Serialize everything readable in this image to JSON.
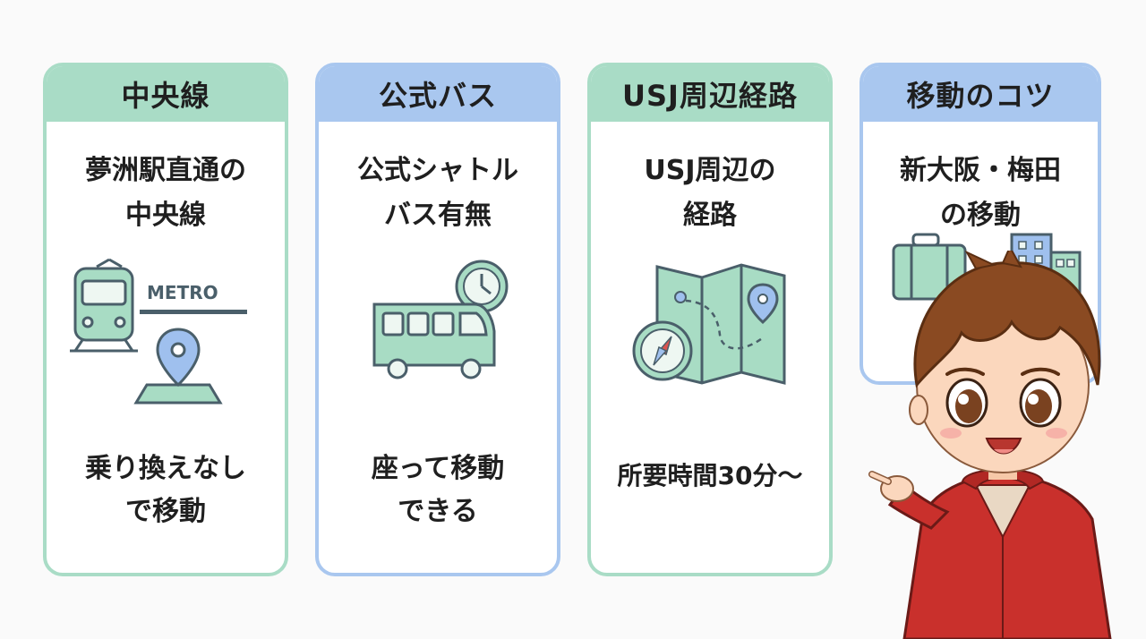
{
  "cards": [
    {
      "title": "中央線",
      "subtitle": [
        "夢洲駅直通の",
        "中央線"
      ],
      "footer": [
        "乗り換えなし",
        "で移動"
      ],
      "illustration_text": "METRO",
      "icons": [
        "train-icon",
        "map-pin-icon"
      ]
    },
    {
      "title": "公式バス",
      "subtitle": [
        "公式シャトル",
        "バス有無"
      ],
      "footer": [
        "座って移動",
        "できる"
      ],
      "icons": [
        "bus-icon",
        "clock-icon"
      ]
    },
    {
      "title": "USJ周辺経路",
      "subtitle": [
        "USJ周辺の",
        "経路"
      ],
      "footer": [
        "所要時間30分〜"
      ],
      "icons": [
        "folded-map-icon",
        "compass-icon"
      ]
    },
    {
      "title": "移動のコツ",
      "subtitle": [
        "新大阪・梅田",
        "の移動"
      ],
      "icons": [
        "suitcase-icon",
        "building-icon"
      ]
    }
  ],
  "colors": {
    "green": "#a9dcc6",
    "blue": "#a9c7ef",
    "icon_fill": "#a8dcc4",
    "icon_stroke": "#4a5f6a",
    "pin_fill": "#9fc0ee",
    "jacket": "#c9302c",
    "hair": "#8a4a22"
  },
  "mascot": "pointing-boy-character"
}
